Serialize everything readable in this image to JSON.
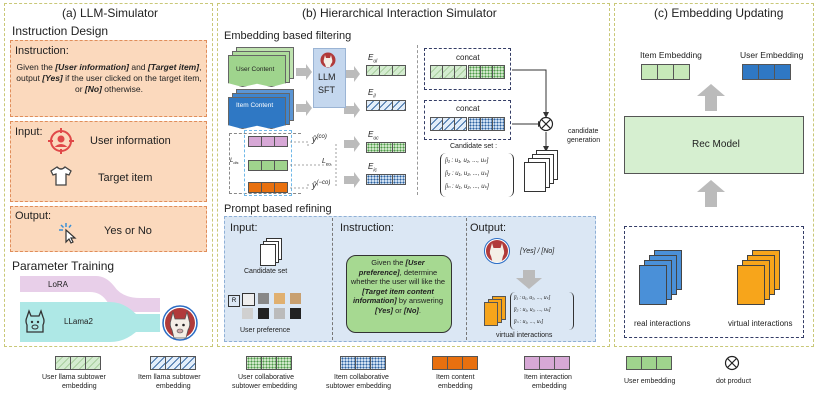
{
  "panels": {
    "a_title": "(a) LLM-Simulator",
    "b_title": "(b) Hierarchical Interaction Simulator",
    "c_title": "(c) Embedding Updating"
  },
  "llm_sim": {
    "instruction_design": "Instruction Design",
    "instruction_label": "Instruction:",
    "instruction_text_1": "Given the",
    "instruction_user_info": "[User information]",
    "instruction_text_2": "and",
    "instruction_target_item": "[Target item]",
    "instruction_text_3": ", output",
    "instruction_yes": "[Yes]",
    "instruction_text_4": "if the user",
    "instruction_text_5": "clicked on the target item, or",
    "instruction_no": "[No]",
    "instruction_text_6": "otherwise.",
    "input_label": "Input:",
    "user_information": "User information",
    "target_item": "Target item",
    "output_label": "Output:",
    "yes_or_no": "Yes or No",
    "parameter_training": "Parameter Training",
    "lora": "LoRA",
    "llama2": "LLama2"
  },
  "his": {
    "embedding_filtering": "Embedding based filtering",
    "user_content": "User Content",
    "item_content": "Item Content",
    "llm": "LLM",
    "sft": "SFT",
    "e_u_llm": "E",
    "e_i_llm": "E",
    "e_u_co": "E",
    "e_i_co": "E",
    "sub_u_llm": "ul",
    "sub_i_llm": "il",
    "sub_u_co": "uc",
    "sub_i_co": "ic",
    "y_co": "ŷ",
    "y_co_sup": "(co)",
    "y_neg_co": "ŷ",
    "y_neg_co_sup": "(−co)",
    "l_dis": "L",
    "l_dis_sub": "dis",
    "l_co": "L",
    "l_co_sub": "co",
    "concat_1": "concat",
    "concat_2": "concat",
    "candidate_set": "Candidate set :",
    "cand_rows": [
      "[i₁ : u₁, u₂, ..., uₖ]",
      "[i₂ : u₁, u₂, ..., uₖ]",
      "[iₙ : u₁, u₂, ..., uₖ]"
    ],
    "candidate_generation_1": "candidate",
    "candidate_generation_2": "generation",
    "prompt_refining": "Prompt based refining",
    "pr_input": "Input:",
    "pr_instruction": "Instruction:",
    "pr_output": "Output:",
    "pr_candidate_set": "Candidate set",
    "pr_user_preference": "User preference",
    "pr_instr_1": "Given the",
    "pr_instr_user_pref": "[User preference]",
    "pr_instr_2": ", determine whether the user will like the",
    "pr_instr_target": "[Target item content information]",
    "pr_instr_3": "by answering",
    "pr_instr_yes": "[Yes]",
    "pr_instr_4": "or",
    "pr_instr_no": "[No]",
    "pr_instr_5": ".",
    "yes_no_formula": "[Yes] / [No]",
    "virtual_interactions": "virtual interactions",
    "vi_rows": [
      "[i₁ : u₁, u₂, ..., uₖ]",
      "[i₂ : u₁, u₂, ..., uₖ]",
      "[iₙ : u₁, ..., uₖ]"
    ]
  },
  "emb": {
    "item_embedding": "Item Embedding",
    "user_embedding": "User Embedding",
    "rec_model": "Rec Model",
    "real_interactions": "real interactions",
    "virtual_interactions": "virtual interactions"
  },
  "legend": [
    {
      "label_1": "User llama subtower",
      "label_2": "embedding"
    },
    {
      "label_1": "Item llama subtower",
      "label_2": "embedding"
    },
    {
      "label_1": "User collaborative",
      "label_2": "subtower embedding"
    },
    {
      "label_1": "Item collaborative",
      "label_2": "subtower embedding"
    },
    {
      "label_1": "Item content",
      "label_2": "embedding"
    },
    {
      "label_1": "Item interaction",
      "label_2": "embedding"
    },
    {
      "label_1": "User embedding",
      "label_2": ""
    },
    {
      "label_1": "dot product",
      "label_2": ""
    }
  ],
  "colors": {
    "panel_border": "#c9c878",
    "orange_fill": "#fbd9bd",
    "blue_fill": "#dbe7f4",
    "rec_model_fill": "#d6efd0",
    "content_green": "#9fd48d",
    "content_blue": "#2f78c4",
    "item_content_orange": "#e8700f",
    "item_interaction_purple": "#d7a8d6"
  }
}
